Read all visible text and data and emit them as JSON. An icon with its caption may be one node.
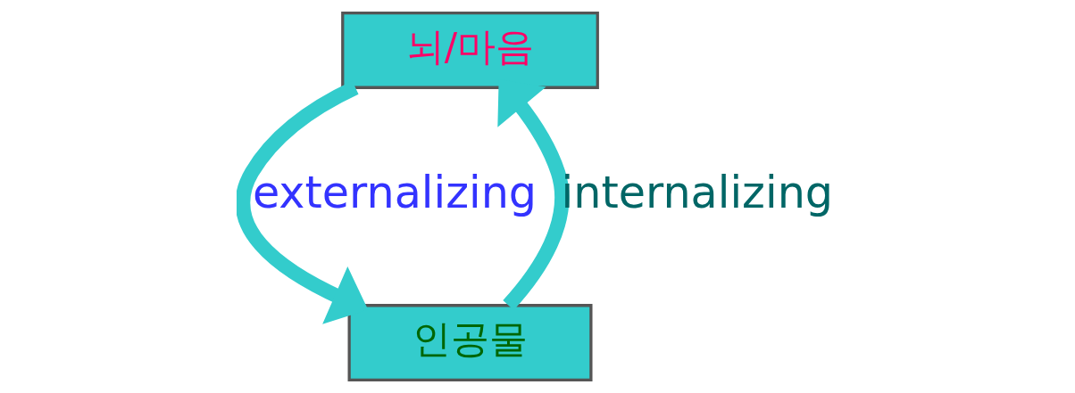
{
  "diagram": {
    "nodes": [
      {
        "text": [
          "뇌/마음"
        ]
      },
      {
        "text": [
          "인공물"
        ]
      }
    ],
    "edges": [
      {
        "from": 0,
        "to": 1,
        "arrow": "to",
        "label": "externalizing"
      },
      {
        "from": 1,
        "to": 0,
        "arrow": "to",
        "label": "internalizing"
      }
    ]
  }
}
